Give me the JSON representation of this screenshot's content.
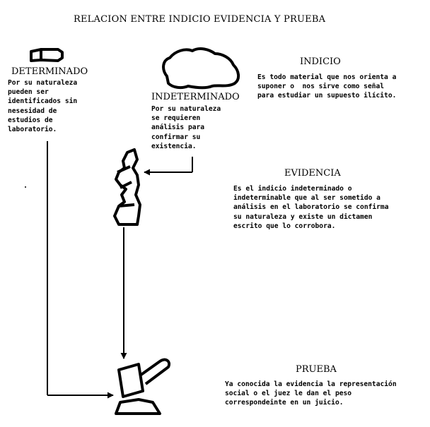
{
  "title": "RELACION ENTRE INDICIO EVIDENCIA Y PRUEBA",
  "determinado": {
    "heading": "DETERMINADO",
    "lines": [
      "Por su naturaleza",
      "pueden ser",
      "identificados sin",
      "nesesidad de",
      "estudios de",
      "laboratorio."
    ]
  },
  "indeterminado": {
    "heading": "INDETERMINADO",
    "lines": [
      "Por su naturaleza",
      "se requieren",
      "análisis para",
      "confirmar su",
      "existencia."
    ]
  },
  "indicio": {
    "heading": "INDICIO",
    "lines": [
      "Es todo material que nos orienta a",
      "suponer o  nos sirve como señal",
      "para estudiar un supuesto ilícito."
    ]
  },
  "evidencia": {
    "heading": "EVIDENCIA",
    "lines": [
      "Es el indicio indeterminado o",
      "indeterminable que al ser sometido a",
      "análisis en el laboratorio se confirma",
      "su naturaleza y existe un dictamen",
      "escrito que lo corrobora."
    ]
  },
  "prueba": {
    "heading": "PRUEBA",
    "lines": [
      "Ya conocida la evidencia la representación",
      "social o el juez le dan el peso",
      "correspondeinte en un juicio."
    ]
  },
  "icons": [
    "cigarette-butt-icon",
    "stain-blob-icon",
    "microscope-icon",
    "judge-gavel-icon"
  ]
}
